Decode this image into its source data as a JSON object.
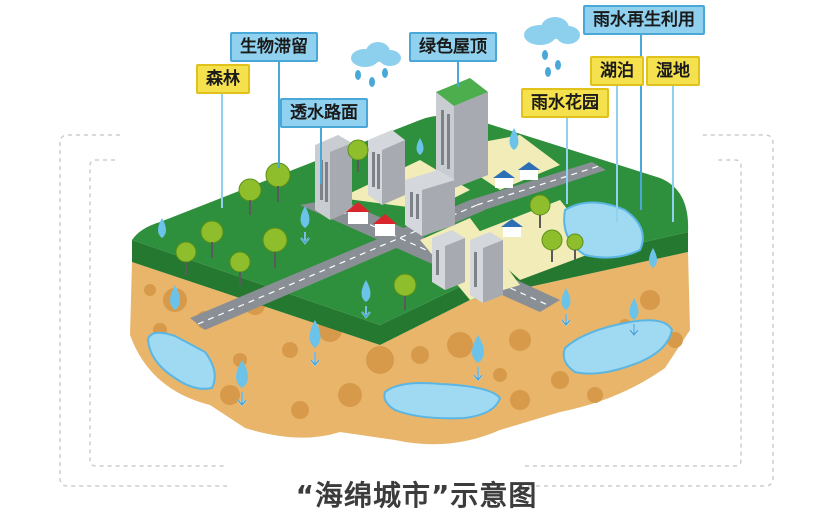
{
  "labels": {
    "forest": "森林",
    "bioretention": "生物滞留",
    "permeable_pavement": "透水路面",
    "green_roof": "绿色屋顶",
    "rain_garden": "雨水花园",
    "rain_reuse": "雨水再生利用",
    "lake": "湖泊",
    "wetland": "湿地"
  },
  "caption": "“海绵城市”示意图",
  "colors": {
    "grass": "#2e8f3c",
    "soil": "#e8b56a",
    "soil_dark": "#c88a3c",
    "road": "#8a8f96",
    "plaza": "#f1ecb8",
    "water": "#9fd9f2",
    "label_blue": "#8fd1ef",
    "label_yellow": "#f5e14e",
    "frame": "#c9cdd2"
  }
}
